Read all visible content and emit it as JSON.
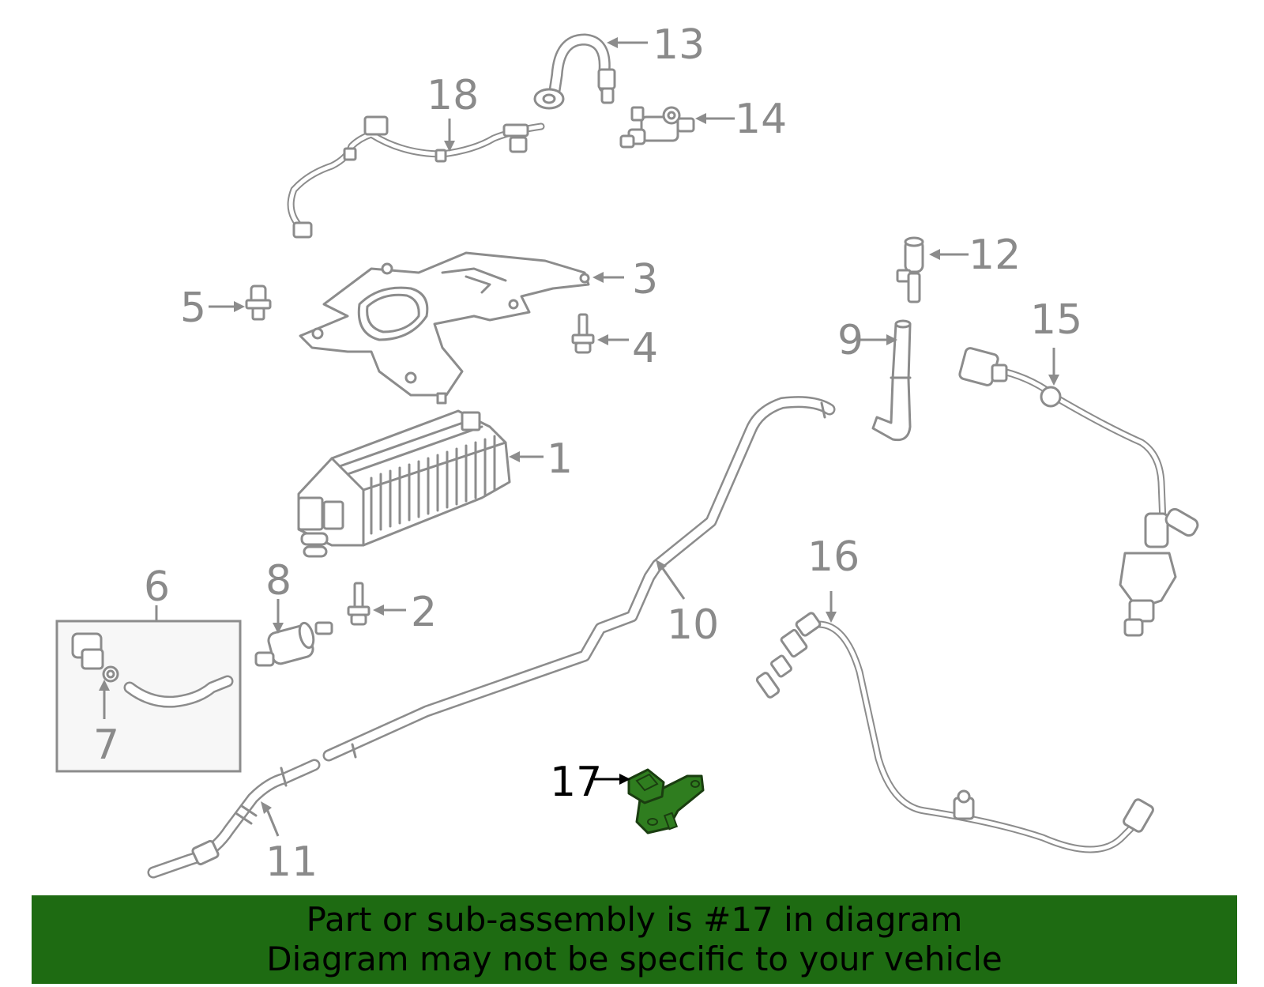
{
  "colors": {
    "line_art": "#8c8c8c",
    "callout_text": "#8a8a8a",
    "highlight_part": "#2f7d1f",
    "banner_background": "#1e6b12",
    "banner_text": "#000000"
  },
  "callouts": {
    "c1": "1",
    "c2": "2",
    "c3": "3",
    "c4": "4",
    "c5": "5",
    "c6": "6",
    "c7": "7",
    "c8": "8",
    "c9": "9",
    "c10": "10",
    "c11": "11",
    "c12": "12",
    "c13": "13",
    "c14": "14",
    "c15": "15",
    "c16": "16",
    "c17": "17",
    "c18": "18"
  },
  "banner": {
    "line1": "Part or sub-assembly is #17 in diagram",
    "line2": "Diagram may not be specific to your vehicle"
  }
}
